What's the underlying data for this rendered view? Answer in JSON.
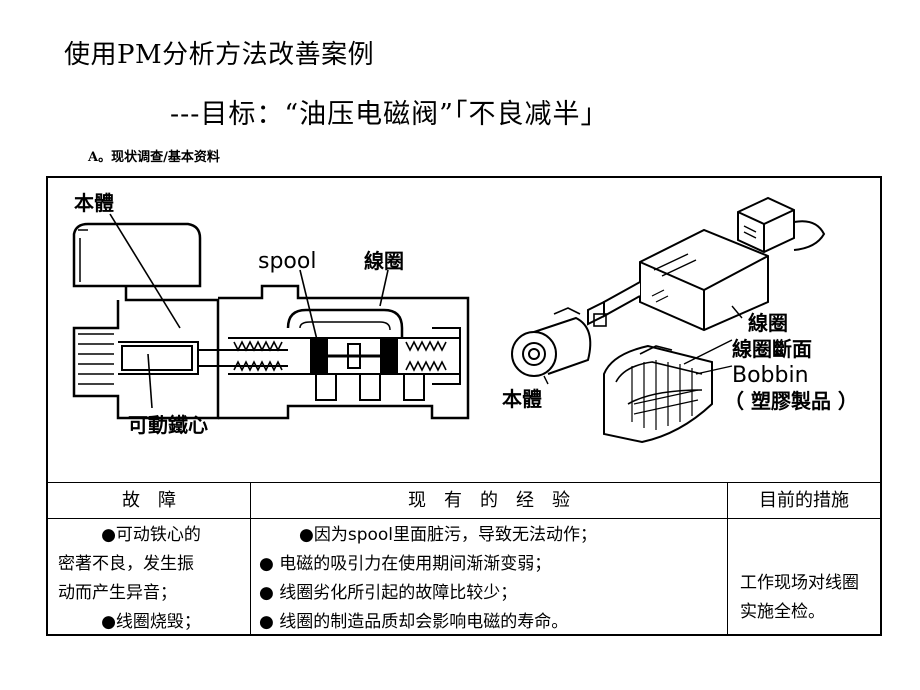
{
  "header": {
    "title": "使用PM分析方法改善案例",
    "subtitle": "---目标：“油压电磁阀”「不良减半」",
    "section": "A。现状调查/基本资料"
  },
  "figure": {
    "labels": {
      "body_top": "本體",
      "spool": "spool",
      "coil_left": "線圈",
      "plunger": "可動鐵心",
      "coil_right": "線圈",
      "coil_section": "線圈斷面",
      "bobbin": "Bobbin",
      "plastic": "（ 塑膠製品 ）",
      "body_right": "本體"
    }
  },
  "table": {
    "headers": [
      "故　障",
      "现　有　的　经　验",
      "目前的措施"
    ],
    "faults": [
      "●可动铁心的",
      "密著不良，发生振",
      "动而产生异音；",
      "●线圈烧毁；"
    ],
    "experience": [
      "●因为spool里面脏污，导致无法动作；",
      "● 电磁的吸引力在使用期间渐渐变弱；",
      "● 线圈劣化所引起的故障比较少；",
      "● 线圈的制造品质却会影响电磁的寿命。"
    ],
    "measures": [
      "工作现场对线圈",
      "实施全检。"
    ]
  }
}
